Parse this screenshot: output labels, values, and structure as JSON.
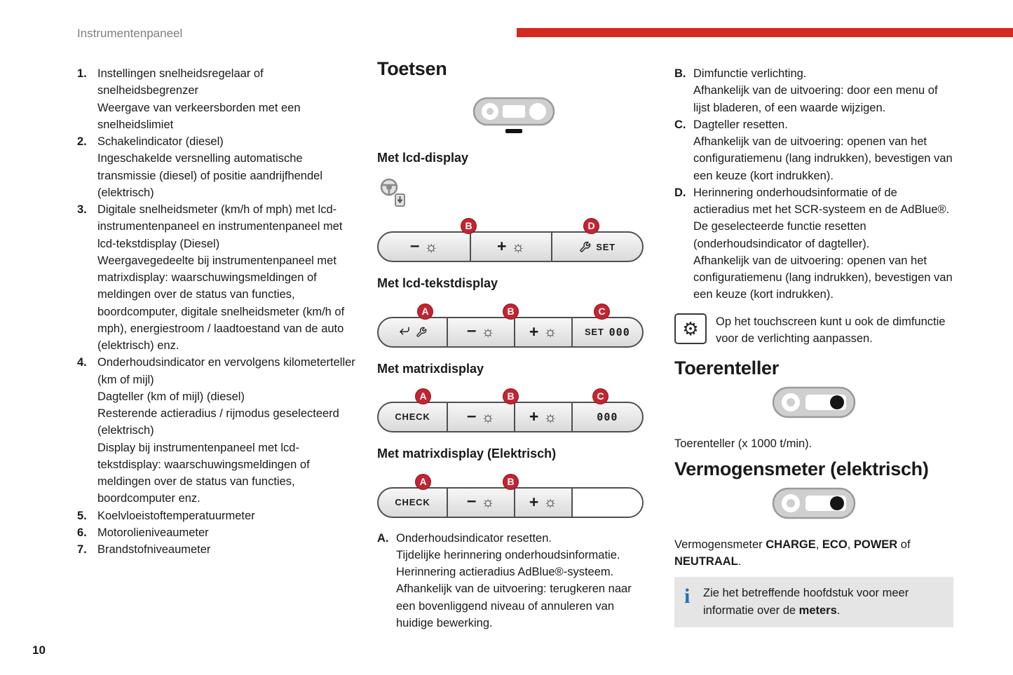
{
  "page": {
    "header": "Instrumentenpaneel",
    "page_number": "10"
  },
  "colors": {
    "accent_red": "#d5281e",
    "badge_red": "#c32430",
    "info_blue": "#1d70b7"
  },
  "icons": {
    "minus": "–",
    "plus": "+",
    "brightness": "☼",
    "gear": "⚙",
    "info": "i"
  },
  "left_list": [
    {
      "num": "1.",
      "text": "Instellingen snelheidsregelaar of snelheidsbegrenzer\nWeergave van verkeersborden met een snelheidslimiet"
    },
    {
      "num": "2.",
      "text": "Schakelindicator (diesel)\nIngeschakelde versnelling automatische transmissie (diesel) of positie aandrijfhendel (elektrisch)"
    },
    {
      "num": "3.",
      "text": "Digitale snelheidsmeter (km/h of mph) met lcd-instrumentenpaneel en instrumentenpaneel met lcd-tekstdisplay (Diesel)\nWeergavegedeelte bij instrumentenpaneel met matrixdisplay: waarschuwingsmeldingen of meldingen over de status van functies, boordcomputer, digitale snelheidsmeter (km/h of mph), energiestroom / laadtoestand van de auto (elektrisch) enz."
    },
    {
      "num": "4.",
      "text": "Onderhoudsindicator en vervolgens kilometerteller (km of mijl)\nDagteller (km of mijl) (diesel)\nResterende actieradius / rijmodus geselecteerd (elektrisch)\nDisplay bij instrumentenpaneel met lcd-tekstdisplay: waarschuwingsmeldingen of meldingen over de status van functies, boordcomputer enz."
    },
    {
      "num": "5.",
      "text": "Koelvloeistoftemperatuurmeter"
    },
    {
      "num": "6.",
      "text": "Motorolieniveaumeter"
    },
    {
      "num": "7.",
      "text": "Brandstofniveaumeter"
    }
  ],
  "toetsen": {
    "title": "Toetsen",
    "sub_lcd": "Met lcd-display",
    "sub_lcd_tekst": "Met lcd-tekstdisplay",
    "sub_matrix": "Met matrixdisplay",
    "sub_matrix_elektrisch": "Met matrixdisplay (Elektrisch)",
    "panel_lcd": {
      "badges": [
        "B",
        "D"
      ],
      "set_label": "SET"
    },
    "panel_lcd_tekst": {
      "badges": [
        "A",
        "B",
        "C"
      ],
      "set_label": "SET",
      "counter": "000"
    },
    "panel_matrix": {
      "badges": [
        "A",
        "B",
        "C"
      ],
      "check_label": "CHECK",
      "counter": "000"
    },
    "panel_matrix_elektrisch": {
      "badges": [
        "A",
        "B"
      ],
      "check_label": "CHECK"
    },
    "item_a": {
      "letter": "A.",
      "text": "Onderhoudsindicator resetten.\nTijdelijke herinnering onderhoudsinformatie.\nHerinnering actieradius AdBlue®-systeem.\nAfhankelijk van de uitvoering: terugkeren naar een bovenliggend niveau of annuleren van huidige bewerking."
    }
  },
  "right": {
    "item_b": {
      "letter": "B.",
      "text": "Dimfunctie verlichting.\nAfhankelijk van de uitvoering: door een menu of lijst bladeren, of een waarde wijzigen."
    },
    "item_c": {
      "letter": "C.",
      "text": "Dagteller resetten.\nAfhankelijk van de uitvoering: openen van het configuratiemenu (lang indrukken), bevestigen van een keuze (kort indrukken)."
    },
    "item_d": {
      "letter": "D.",
      "text": "Herinnering onderhoudsinformatie of de actieradius met het SCR-systeem en de AdBlue®.\nDe geselecteerde functie resetten (onderhoudsindicator of dagteller).\nAfhankelijk van de uitvoering: openen van het configuratiemenu (lang indrukken), bevestigen van een keuze (kort indrukken)."
    },
    "touch_note": "Op het touchscreen kunt u ook de dimfunctie voor de verlichting aanpassen.",
    "toerenteller": {
      "title": "Toerenteller",
      "caption": "Toerenteller (x 1000 t/min)."
    },
    "vermogensmeter": {
      "title": "Vermogensmeter (elektrisch)",
      "caption": {
        "p1": "Vermogensmeter ",
        "b1": "CHARGE",
        "s1": ", ",
        "b2": "ECO",
        "s2": ", ",
        "b3": "POWER",
        "s3": " of ",
        "b4": "NEUTRAAL",
        "p2": "."
      }
    },
    "info_note": {
      "p1": "Zie het betreffende hoofdstuk voor meer informatie over de ",
      "b1": "meters",
      "p2": "."
    }
  }
}
